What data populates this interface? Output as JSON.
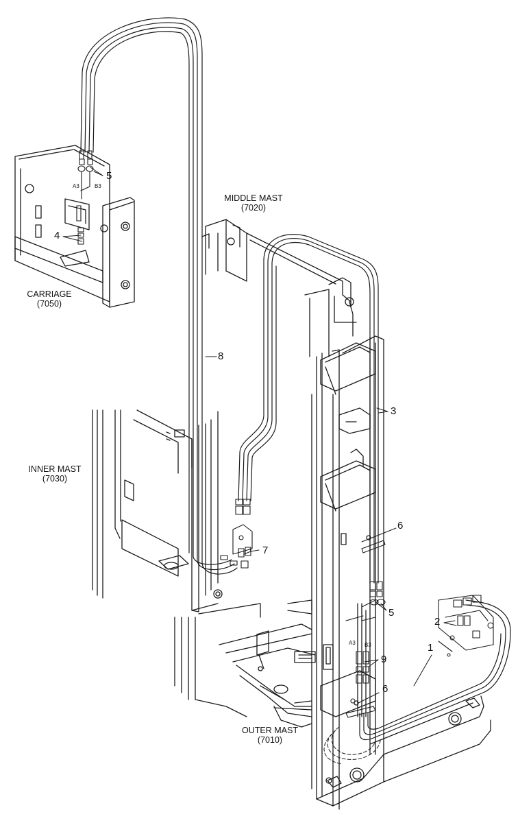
{
  "components": [
    {
      "name": "CARRIAGE",
      "code": "(7050)"
    },
    {
      "name": "MIDDLE MAST",
      "code": "(7020)"
    },
    {
      "name": "INNER MAST",
      "code": "(7030)"
    },
    {
      "name": "OUTER MAST",
      "code": "(7010)"
    }
  ],
  "callouts": [
    "1",
    "2",
    "3",
    "4",
    "5",
    "5",
    "6",
    "6",
    "7",
    "8",
    "9"
  ],
  "port_labels": {
    "carriage_a": "A3",
    "carriage_b": "B3",
    "outer_a": "A3",
    "outer_b": "B3"
  },
  "colors": {
    "line": "#1a1a1a",
    "fill": "#ffffff",
    "shade": "#5a5a5a"
  }
}
